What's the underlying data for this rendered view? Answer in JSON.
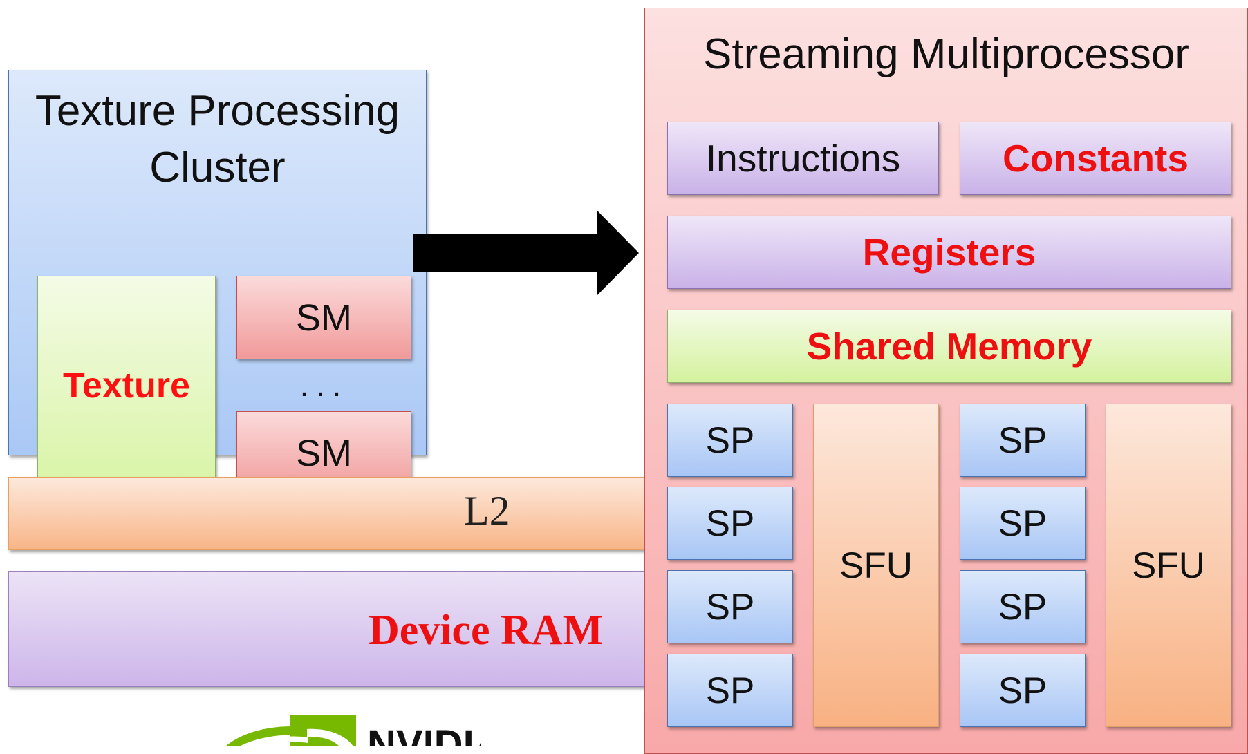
{
  "tpc": {
    "title_line1": "Texture Processing",
    "title_line2": "Cluster",
    "texture_label": "Texture",
    "sm_label_1": "SM",
    "ellipsis": "...",
    "sm_label_2": "SM"
  },
  "l2": {
    "label": "L2"
  },
  "device_ram": {
    "label": "Device RAM"
  },
  "streaming_multiprocessor": {
    "title": "Streaming Multiprocessor",
    "instructions": "Instructions",
    "constants": "Constants",
    "registers": "Registers",
    "shared_memory": "Shared Memory",
    "sp_label": "SP",
    "sfu_label": "SFU"
  },
  "colors": {
    "highlight_red": "#ee1010",
    "blue_box": "#a8c6f5",
    "red_box": "#f19a9a",
    "purple_box": "#c9b2e8",
    "green_box": "#d4f29e",
    "orange_box": "#f8b182",
    "nvidia_green": "#76b900"
  },
  "icons": {
    "logo": "nvidia-logo",
    "arrow": "right-arrow-icon"
  }
}
